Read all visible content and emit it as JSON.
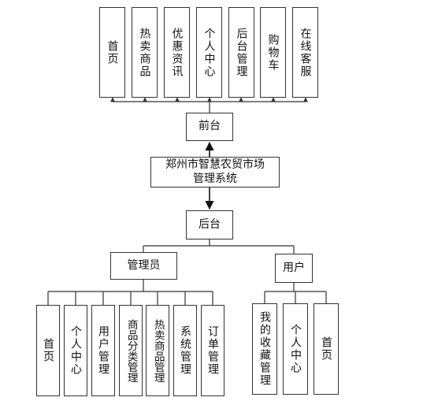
{
  "diagram": {
    "front": {
      "label": "前台",
      "modules": [
        "首页",
        "热卖商品",
        "优惠资讯",
        "个人中心",
        "后台管理",
        "购物车",
        "在线客服"
      ]
    },
    "system": {
      "line1": "郑州市智慧农贸市场",
      "line2": "管理系统"
    },
    "back": {
      "label": "后台"
    },
    "admin": {
      "label": "管理员",
      "modules": [
        "首页",
        "个人中心",
        "用户管理",
        "商品分类管理",
        "热卖商品管理",
        "系统管理",
        "订单管理"
      ]
    },
    "user": {
      "label": "用户",
      "modules": [
        "我的收藏管理",
        "个人中心",
        "首页"
      ]
    },
    "colors": {
      "line": "#333333",
      "text": "#111111",
      "background": "#ffffff"
    }
  }
}
